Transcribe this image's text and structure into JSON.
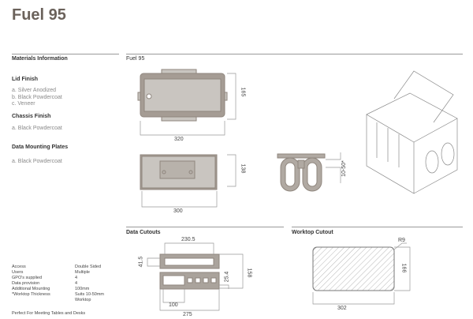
{
  "title": "Fuel 95",
  "materials": {
    "heading": "Materials Information",
    "lid": {
      "heading": "Lid Finish",
      "items": [
        "a.  Silver Anodized",
        "b.  Black Powdercoat",
        "c.   Veneer"
      ]
    },
    "chassis": {
      "heading": "Chassis Finish",
      "items": [
        "a.  Black Powdercoat"
      ]
    },
    "plates": {
      "heading": "Data Mounting Plates",
      "items": [
        "a.  Black Powdercoat"
      ]
    }
  },
  "drawings": {
    "heading": "Fuel 95",
    "top_height": "165",
    "top_width": "320",
    "side_height": "138",
    "side_width": "300",
    "end_thickness": "10-50*"
  },
  "data_cutouts": {
    "heading": "Data Cutouts",
    "width_top": "230.5",
    "height_top": "41.5",
    "total_height": "158",
    "module": "25.4",
    "width_small": "100",
    "width_total": "275"
  },
  "worktop_cutout": {
    "heading": "Worktop Cutout",
    "radius": "R9",
    "height": "166",
    "width": "302"
  },
  "specs": [
    {
      "label": "Access",
      "value": "Double Sided"
    },
    {
      "label": "Users",
      "value": "Multiple"
    },
    {
      "label": "GPO's supplied",
      "value": "4"
    },
    {
      "label": "Data provision",
      "value": "4"
    },
    {
      "label": "Additional Mounting",
      "value": "100mm"
    },
    {
      "label": "*Worktop Thickness",
      "value": "Suits 10-50mm Worktop"
    }
  ],
  "footer": "Perfect For Meeting Tables and Desks",
  "colors": {
    "drawing": "#8f867e",
    "fill": "#c9c5c0"
  }
}
